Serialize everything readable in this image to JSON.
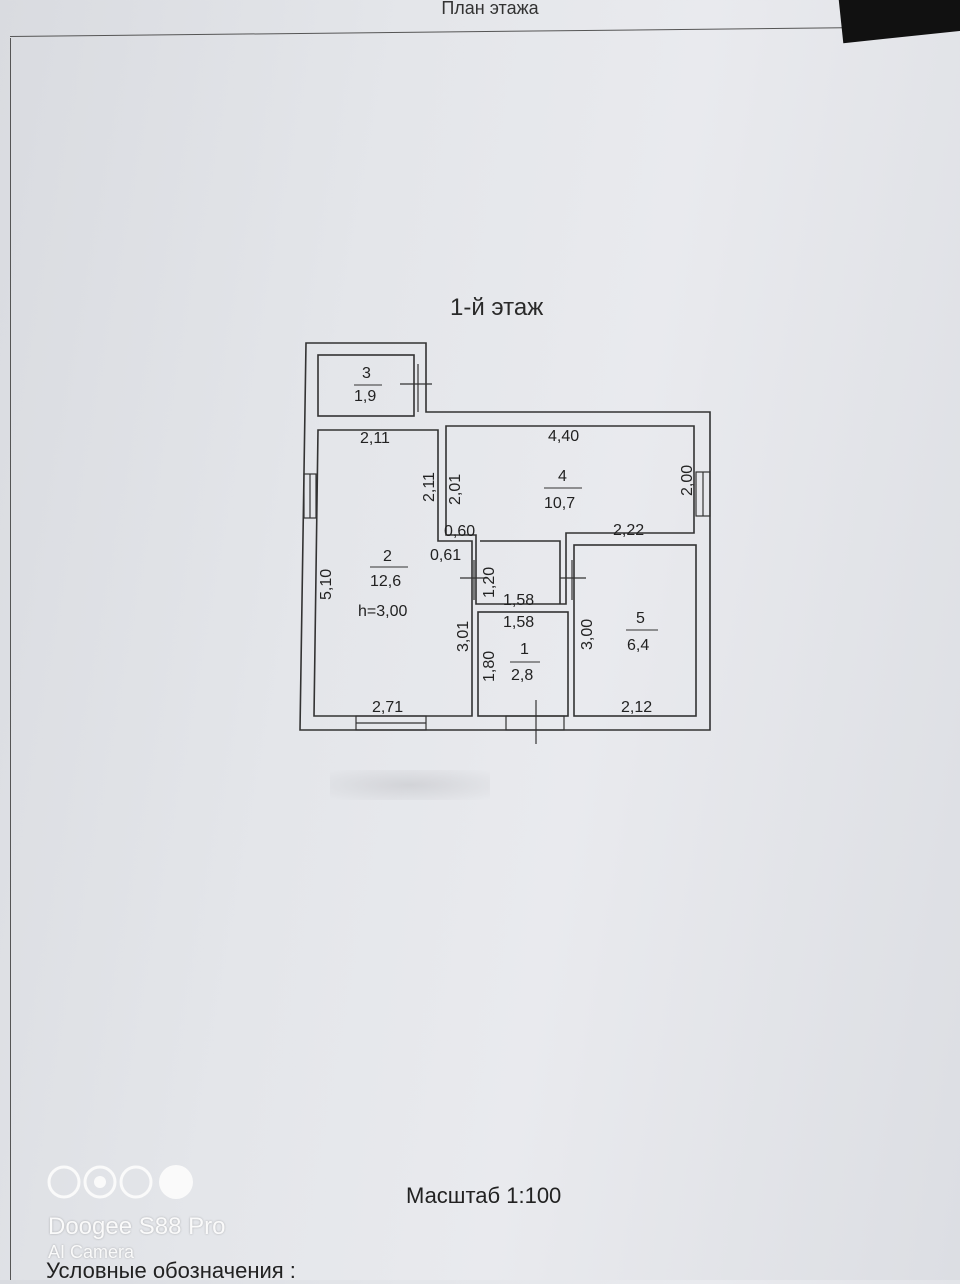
{
  "header": {
    "title": "План этажа"
  },
  "floor": {
    "title": "1-й этаж"
  },
  "rooms": [
    {
      "number": "3",
      "area": "1,9"
    },
    {
      "number": "4",
      "area": "10,7"
    },
    {
      "number": "2",
      "area": "12,6",
      "height": "h=3,00"
    },
    {
      "number": "1",
      "area": "2,8"
    },
    {
      "number": "5",
      "area": "6,4"
    }
  ],
  "dimensions": {
    "room2_top": "2,11",
    "room4_top": "4,40",
    "room2_right_upper": "2,11",
    "room4_left": "2,01",
    "room4_right": "2,00",
    "corridor_top": "0,60",
    "corridor_left": "0,61",
    "corridor_height": "1,20",
    "room5_top": "2,22",
    "room2_left": "5,10",
    "corridor_bottom": "1,58",
    "room1_top": "1,58",
    "room2_right_lower": "3,01",
    "room1_left": "1,80",
    "room5_left": "3,00",
    "room2_bottom": "2,71",
    "room5_bottom": "2,12"
  },
  "footer": {
    "scale": "Масштаб 1:100",
    "legend_title": "Условные обозначения :"
  },
  "watermark": {
    "brand": "Doogee S88 Pro",
    "camera": "AI Camera"
  }
}
